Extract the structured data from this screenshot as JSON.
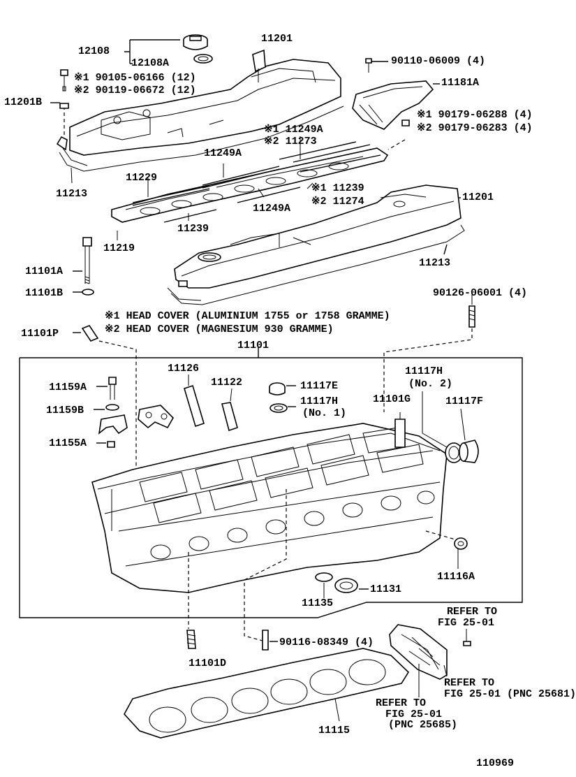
{
  "labels": {
    "l12108": "12108",
    "l12108A": "12108A",
    "l11201_top": "11201",
    "l90110": "90110-06009 (4)",
    "l11201B": "11201B",
    "l90105": "※1 90105-06166 (12)",
    "l90119": "※2 90119-06672 (12)",
    "l11181A": "11181A",
    "l90179a": "※1 90179-06288 (4)",
    "l90179b": "※2 90179-06283 (4)",
    "l11249A_1": "※1 11249A",
    "l11273": "※2 11273",
    "l11249A_2": "11249A",
    "l11229": "11229",
    "l11213_top": "11213",
    "l11239_1": "※1 11239",
    "l11274": "※2 11274",
    "l11201_mid": "11201",
    "l11249A_3": "11249A",
    "l11239_2": "11239",
    "l11219": "11219",
    "l11213_mid": "11213",
    "l11101A": "11101A",
    "l11101B": "11101B",
    "l90126": "90126-06001 (4)",
    "note1": "※1 HEAD COVER (ALUMINIUM 1755 or 1758 GRAMME)",
    "note2": "※2 HEAD COVER (MAGNESIUM 930 GRAMME)",
    "l11101P": "11101P",
    "l11101": "11101",
    "l11126": "11126",
    "l11122": "11122",
    "l11117H2a": "11117H",
    "l11117H2b": "(No. 2)",
    "l11159A": "11159A",
    "l11117E": "11117E",
    "l11117H1a": "11117H",
    "l11117H1b": "(No. 1)",
    "l11101G": "11101G",
    "l11117F": "11117F",
    "l11159B": "11159B",
    "l11155A": "11155A",
    "l11116A": "11116A",
    "l11131": "11131",
    "l11135": "11135",
    "refer1a": "REFER TO",
    "refer1b": "FIG 25-01",
    "l90116": "90116-08349 (4)",
    "l11101D": "11101D",
    "refer2a": "REFER TO",
    "refer2b": "FIG 25-01 (PNC 25681)",
    "refer3a": "REFER TO",
    "refer3b": "FIG 25-01",
    "refer3c": "(PNC 25685)",
    "l11115": "11115",
    "page_number": "110969"
  }
}
